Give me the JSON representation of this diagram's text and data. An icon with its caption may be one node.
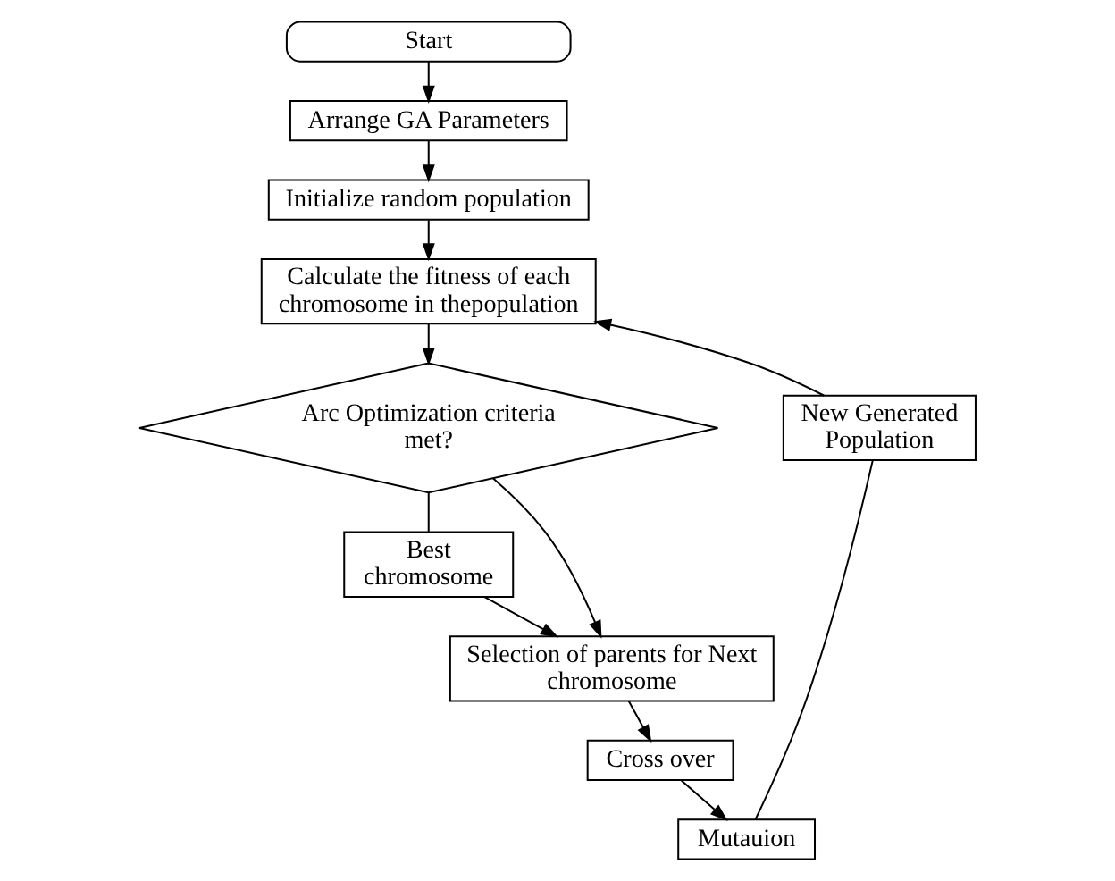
{
  "diagram": {
    "nodes": [
      {
        "text": [
          "Start"
        ]
      },
      {
        "text": [
          "Arrange GA Parameters"
        ]
      },
      {
        "text": [
          "Initialize random population"
        ]
      },
      {
        "text": [
          "Calculate the fitness of each chromosome in thepopulation"
        ]
      },
      {
        "text": [
          "Arc Optimization criteria met?"
        ]
      },
      {
        "text": [
          "Best chromosome"
        ]
      },
      {
        "text": [
          "Selection of parents for Next chromosome"
        ]
      },
      {
        "text": [
          "Cross over"
        ]
      },
      {
        "text": [
          "Mutauion"
        ]
      },
      {
        "text": [
          "New Generated Population"
        ]
      }
    ],
    "edges": [
      {
        "from": 0,
        "to": 1,
        "arrow": "to"
      },
      {
        "from": 1,
        "to": 2,
        "arrow": "to"
      },
      {
        "from": 2,
        "to": 3,
        "arrow": "to"
      },
      {
        "from": 3,
        "to": 4,
        "arrow": "to"
      },
      {
        "from": 4,
        "to": 6,
        "arrow": "to"
      },
      {
        "from": 4,
        "to": 5,
        "arrow": "none"
      },
      {
        "from": 5,
        "to": 6,
        "arrow": "to"
      },
      {
        "from": 6,
        "to": 7,
        "arrow": "to"
      },
      {
        "from": 7,
        "to": 8,
        "arrow": "to"
      },
      {
        "from": 8,
        "to": 9,
        "arrow": "none"
      },
      {
        "from": 9,
        "to": 3,
        "arrow": "to"
      }
    ]
  }
}
